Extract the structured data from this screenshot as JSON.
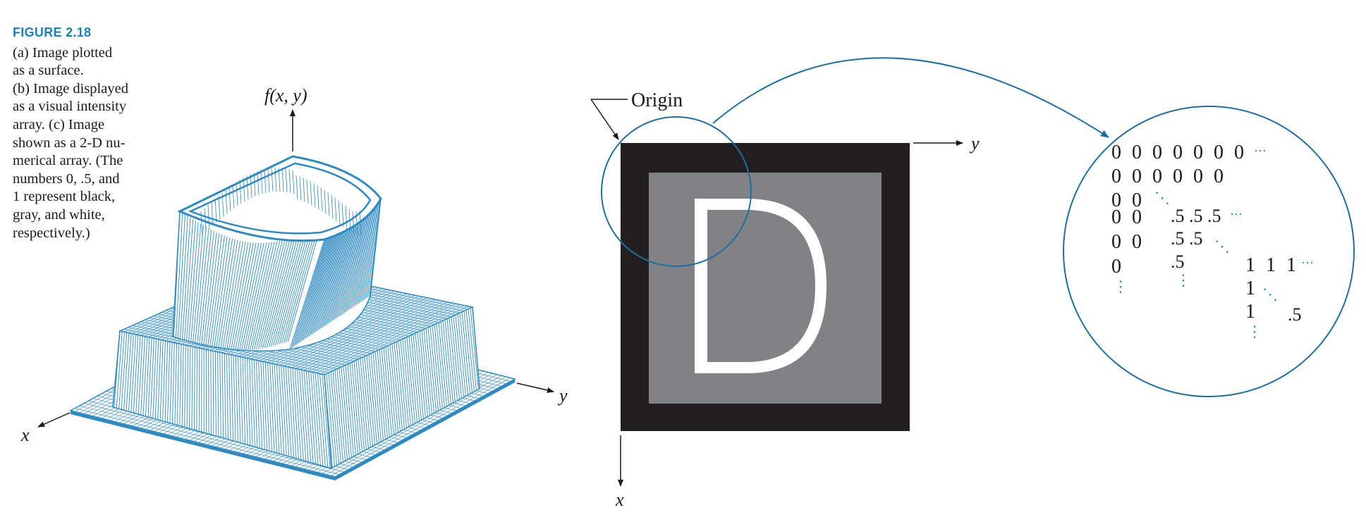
{
  "caption": {
    "figure_label": "FIGURE 2.18",
    "lines": [
      "(a) Image plotted",
      "as a surface.",
      "(b) Image displayed",
      "as a visual intensity",
      "array. (c) Image",
      "shown as a 2-D nu-",
      "merical array. (The",
      "numbers 0, .5, and",
      "1 represent black,",
      "gray, and white,",
      "respectively.)"
    ]
  },
  "surface_plot": {
    "z_axis_label": "f(x, y)",
    "x_axis_label": "x",
    "y_axis_label": "y",
    "mesh_color": "#2e8ac0"
  },
  "intensity_image": {
    "origin_label": "Origin",
    "y_axis_label": "y",
    "x_axis_label": "x",
    "letter": "D",
    "colors": {
      "black": "#231f20",
      "gray": "#808285",
      "white": "#ffffff"
    }
  },
  "numeric_array": {
    "rows": [
      "0 0 0 0 0 0 0",
      "0 0 0 0 0 0",
      "0 0",
      "0 0",
      "0 0",
      "0"
    ],
    "gray_rows": [
      ".5 .5 .5",
      ".5 .5",
      ".5"
    ],
    "white_rows": [
      "1 1 1",
      "1",
      "1"
    ],
    "corner_value": ".5",
    "ellipsis_color": "#2e8ac0",
    "circle_color": "#1f6f9e"
  }
}
